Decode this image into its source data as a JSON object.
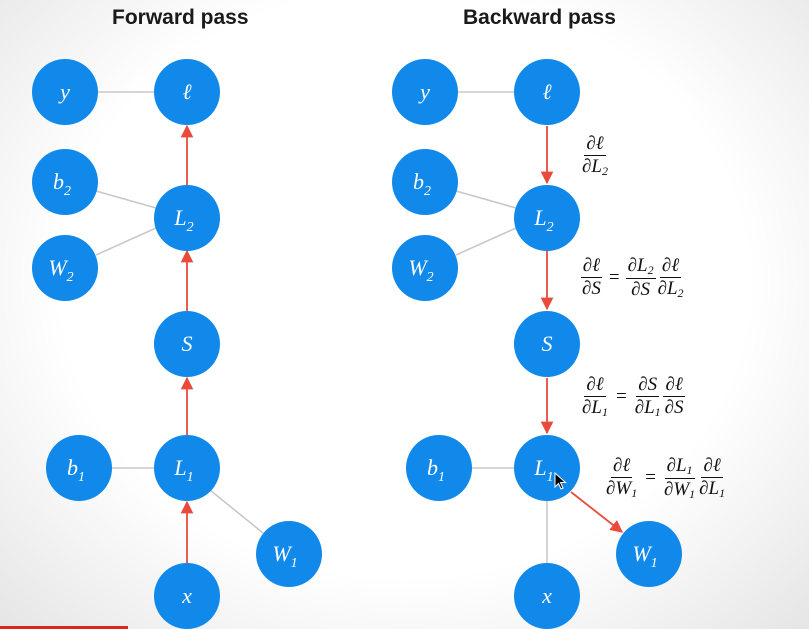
{
  "titles": {
    "forward": "Forward pass",
    "backward": "Backward pass"
  },
  "node_labels": {
    "y": "y",
    "loss": "ℓ",
    "b2": "b",
    "b2_sub": "2",
    "L2": "L",
    "L2_sub": "2",
    "W2": "W",
    "W2_sub": "2",
    "S": "S",
    "b1": "b",
    "b1_sub": "1",
    "L1": "L",
    "L1_sub": "1",
    "W1": "W",
    "W1_sub": "1",
    "x": "x"
  },
  "equations": {
    "e1": {
      "num": "∂ℓ",
      "den": "∂L",
      "den_sub": "2"
    },
    "e2": {
      "lhs_num": "∂ℓ",
      "lhs_den": "∂S",
      "eq": "=",
      "r1_num": "∂L",
      "r1_num_sub": "2",
      "r1_den": "∂S",
      "r2_num": "∂ℓ",
      "r2_den": "∂L",
      "r2_den_sub": "2"
    },
    "e3": {
      "lhs_num": "∂ℓ",
      "lhs_den": "∂L",
      "lhs_den_sub": "1",
      "eq": "=",
      "r1_num": "∂S",
      "r1_den": "∂L",
      "r1_den_sub": "1",
      "r2_num": "∂ℓ",
      "r2_den": "∂S"
    },
    "e4": {
      "lhs_num": "∂ℓ",
      "lhs_den": "∂W",
      "lhs_den_sub": "1",
      "eq": "=",
      "r1_num": "∂L",
      "r1_num_sub": "1",
      "r1_den": "∂W",
      "r1_den_sub": "1",
      "r2_num": "∂ℓ",
      "r2_den": "∂L",
      "r2_den_sub": "1"
    }
  },
  "colors": {
    "node": "#1189ea",
    "arrow": "#ea4a3b",
    "edge": "#c8c8c8",
    "title": "#1a1a1a"
  }
}
